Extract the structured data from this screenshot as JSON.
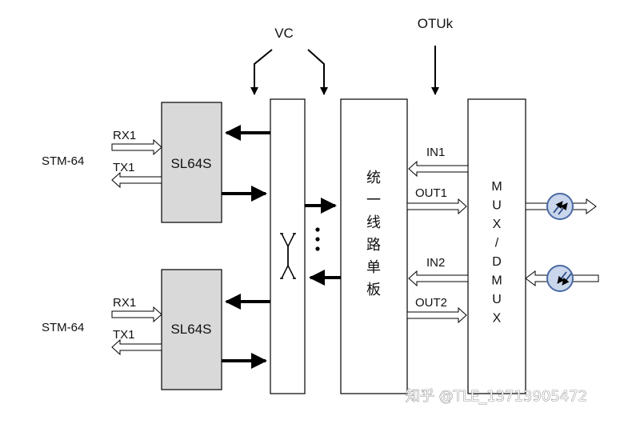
{
  "labels": {
    "vc": "VC",
    "otuk": "OTUk",
    "stm_top": "STM-64",
    "stm_bottom": "STM-64",
    "rx_top": "RX1",
    "tx_top": "TX1",
    "rx_bottom": "RX1",
    "tx_bottom": "TX1",
    "sl_top": "SL64S",
    "sl_bottom": "SL64S",
    "cross_mark": "X",
    "in1": "IN1",
    "out1": "OUT1",
    "in2": "IN2",
    "out2": "OUT2"
  },
  "line_board": [
    "统",
    "一",
    "线",
    "路",
    "单",
    "板"
  ],
  "mux": [
    "M",
    "U",
    "X",
    "/",
    "D",
    "M",
    "U",
    "X"
  ],
  "watermark": "知乎 @TLE_13713905472",
  "colors": {
    "sl_fill": "#d9d9d9",
    "stroke": "#000000",
    "optical_fill": "#c9d6ec",
    "optical_stroke": "#4a6aa5"
  }
}
